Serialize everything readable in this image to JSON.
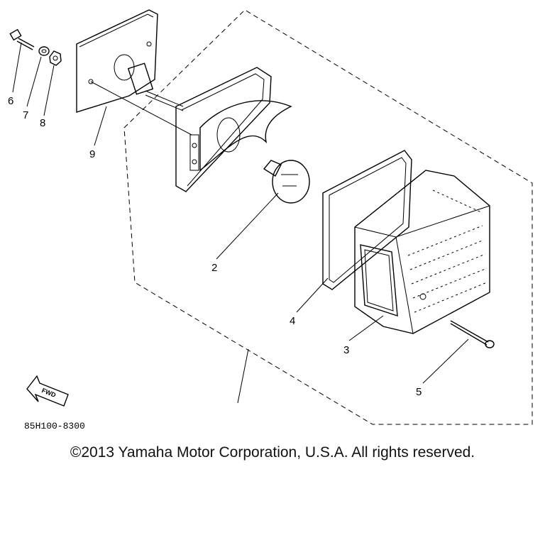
{
  "callouts": [
    {
      "id": "1",
      "label": "2"
    },
    {
      "id": "2",
      "label": "3"
    },
    {
      "id": "3",
      "label": "4"
    },
    {
      "id": "4",
      "label": "5"
    },
    {
      "id": "5",
      "label": "6"
    },
    {
      "id": "6",
      "label": "7"
    },
    {
      "id": "7",
      "label": "8"
    },
    {
      "id": "8",
      "label": "9"
    }
  ],
  "diagram_code": "85H100-8300",
  "fwd_label": "FWD",
  "copyright": "©2013 Yamaha Motor Corporation, U.S.A. All rights reserved."
}
